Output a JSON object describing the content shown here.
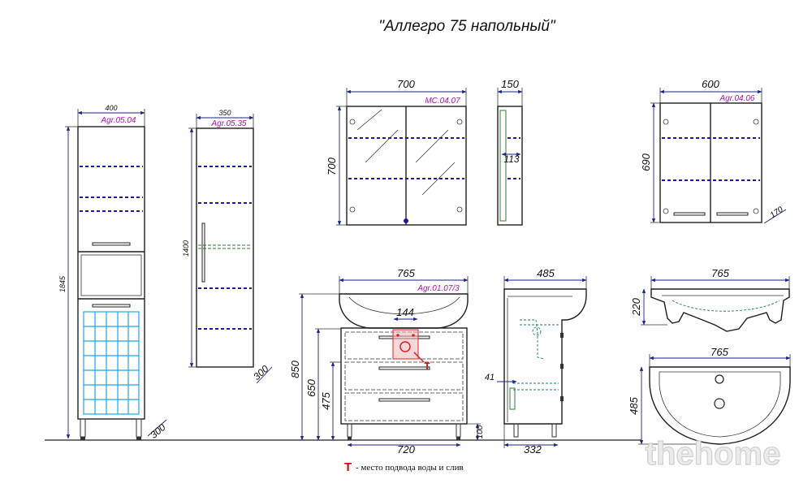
{
  "title": "\"Аллегро 75 напольный\"",
  "tall_cabinet": {
    "width": "400",
    "code": "Agr.05.04",
    "height": "1845",
    "depth": "300"
  },
  "narrow_cabinet": {
    "width": "350",
    "code": "Agr.05.35",
    "height": "1400",
    "depth": "300"
  },
  "mirror_cabinet": {
    "width": "700",
    "code": "MC.04.07",
    "height": "700"
  },
  "mirror_side": {
    "depth": "150",
    "inner": "113"
  },
  "wall_cabinet": {
    "width": "600",
    "code": "Agr.04.06",
    "height": "690",
    "depth": "170"
  },
  "vanity_front": {
    "width": "765",
    "code": "Agr.01.07/3",
    "inner": "144",
    "h_total": "850",
    "h_650": "650",
    "h_475": "475",
    "h_100": "100",
    "bottom_width": "720",
    "t_marker": "T"
  },
  "vanity_side": {
    "depth": "485",
    "offset": "41",
    "bottom_depth": "332"
  },
  "basin_side": {
    "width": "765",
    "height": "220"
  },
  "basin_top": {
    "width": "765",
    "depth": "485"
  },
  "legend": {
    "marker": "T",
    "text": "- место подвода воды и слив"
  },
  "watermark": "thehome",
  "colors": {
    "code": "#b012b0",
    "dimension": "#1a237e",
    "shelf": "#1a1aa8",
    "marker": "#e00000",
    "basket": "#1ea7e6"
  }
}
